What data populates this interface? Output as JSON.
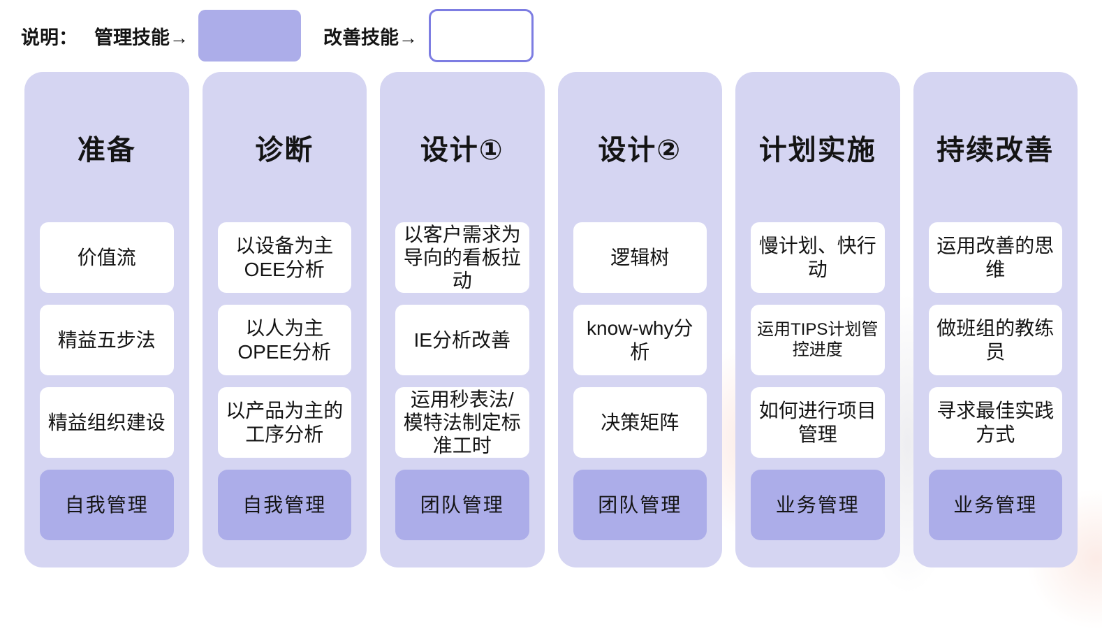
{
  "legend": {
    "caption": "说明：",
    "management_label": "管理技能→",
    "improvement_label": "改善技能→"
  },
  "colors": {
    "column_background": "#d5d5f2",
    "management_card": "#acade9",
    "improvement_card": "#ffffff",
    "improvement_border": "#7d7de2",
    "text": "#141414"
  },
  "columns": [
    {
      "title": "准备",
      "items": [
        {
          "label": "价值流",
          "type": "improvement"
        },
        {
          "label": "精益五步法",
          "type": "improvement"
        },
        {
          "label": "精益组织建设",
          "type": "improvement"
        },
        {
          "label": "自我管理",
          "type": "management"
        }
      ]
    },
    {
      "title": "诊断",
      "items": [
        {
          "label": "以设备为主OEE分析",
          "type": "improvement"
        },
        {
          "label": "以人为主OPEE分析",
          "type": "improvement"
        },
        {
          "label": "以产品为主的工序分析",
          "type": "improvement"
        },
        {
          "label": "自我管理",
          "type": "management"
        }
      ]
    },
    {
      "title": "设计①",
      "items": [
        {
          "label": "以客户需求为导向的看板拉动",
          "type": "improvement"
        },
        {
          "label": "IE分析改善",
          "type": "improvement"
        },
        {
          "label": "运用秒表法/模特法制定标准工时",
          "type": "improvement"
        },
        {
          "label": "团队管理",
          "type": "management"
        }
      ]
    },
    {
      "title": "设计②",
      "items": [
        {
          "label": "逻辑树",
          "type": "improvement"
        },
        {
          "label": "know-why分析",
          "type": "improvement"
        },
        {
          "label": "决策矩阵",
          "type": "improvement"
        },
        {
          "label": "团队管理",
          "type": "management"
        }
      ]
    },
    {
      "title": "计划实施",
      "items": [
        {
          "label": "慢计划、快行动",
          "type": "improvement"
        },
        {
          "label": "运用TIPS计划管控进度",
          "type": "improvement"
        },
        {
          "label": "如何进行项目管理",
          "type": "improvement"
        },
        {
          "label": "业务管理",
          "type": "management"
        }
      ]
    },
    {
      "title": "持续改善",
      "items": [
        {
          "label": "运用改善的思维",
          "type": "improvement"
        },
        {
          "label": "做班组的教练员",
          "type": "improvement"
        },
        {
          "label": "寻求最佳实践方式",
          "type": "improvement"
        },
        {
          "label": "业务管理",
          "type": "management"
        }
      ]
    }
  ]
}
